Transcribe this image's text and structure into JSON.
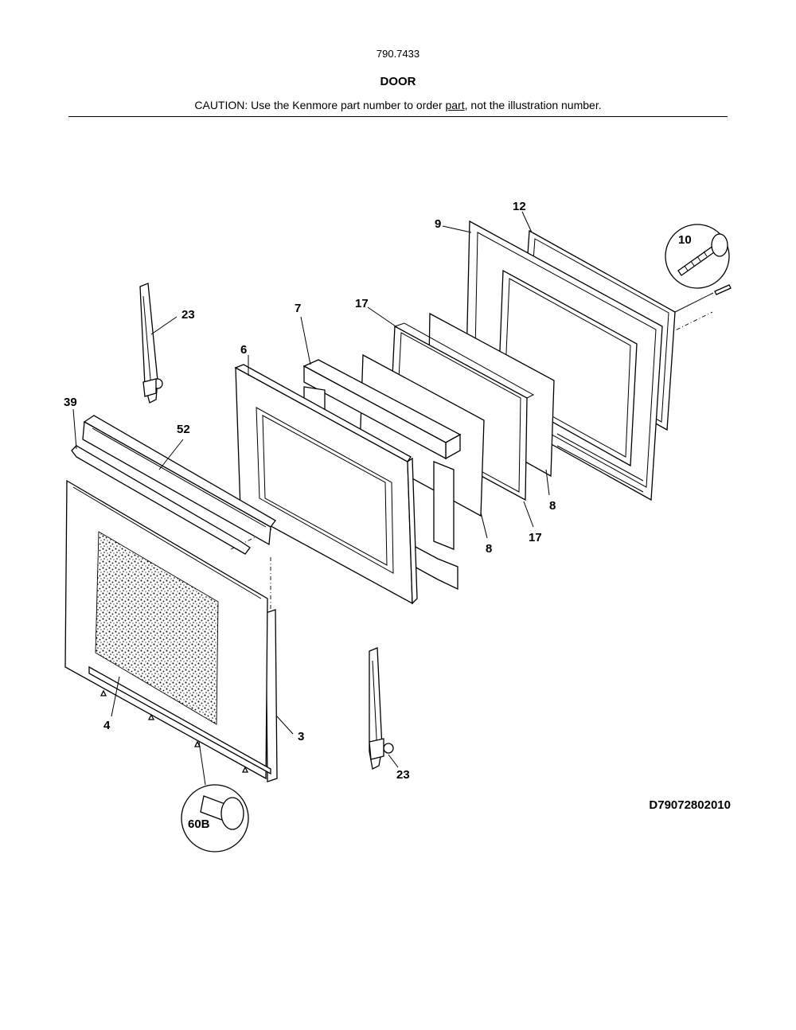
{
  "header": {
    "model_number": "790.7433",
    "section_title": "DOOR",
    "caution_before": "CAUTION: Use the Kenmore part number to order ",
    "caution_underlined": "part",
    "caution_after": ", not the illustration number."
  },
  "diagram": {
    "drawing_code": "D79072802010",
    "callouts": {
      "c3": "3",
      "c4": "4",
      "c6": "6",
      "c7": "7",
      "c8a": "8",
      "c8b": "8",
      "c9": "9",
      "c10": "10",
      "c12": "12",
      "c17a": "17",
      "c17b": "17",
      "c23a": "23",
      "c23b": "23",
      "c39": "39",
      "c52": "52",
      "c60b": "60B"
    }
  }
}
